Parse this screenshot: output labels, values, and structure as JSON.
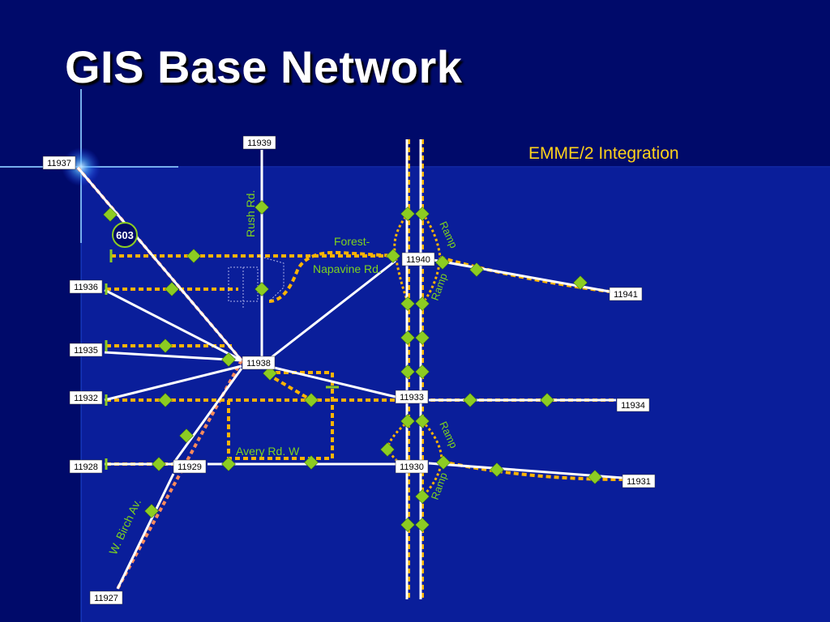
{
  "title": "GIS Base Network",
  "subtitle": "EMME/2 Integration",
  "colors": {
    "background": "#000a6a",
    "gis_link": "#ffffff",
    "emme_link": "#ffb400",
    "freeway_link": "#ff8a5a",
    "node_marker": "#8ccc22",
    "road_label": "#7dd21e",
    "subtitle": "#ffd21a"
  },
  "route_shield": "603",
  "nodes": [
    "11937",
    "11939",
    "11940",
    "11941",
    "11936",
    "11935",
    "11938",
    "11932",
    "11933",
    "11934",
    "11928",
    "11929",
    "11930",
    "11931",
    "11927"
  ],
  "roads": {
    "rush": "Rush Rd.",
    "forest_line1": "Forest-",
    "forest_line2": "Napavine Rd.",
    "avery": "Avery Rd. W",
    "birch": "W. Birch Av."
  },
  "ramps": [
    "Ramp",
    "Ramp",
    "Ramp",
    "Ramp"
  ]
}
